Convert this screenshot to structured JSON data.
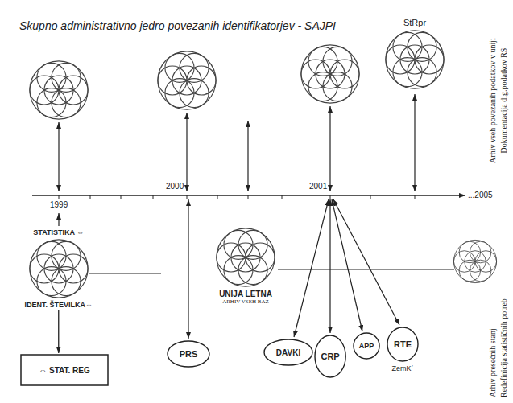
{
  "diagram": {
    "title": "Skupno administrativno jedro povezanih identifikatorjev - SAJPI",
    "nodes": [
      {
        "text": [
          "StRpr"
        ]
      },
      {
        "text": [
          "STATISTIKA ⇔",
          "IDENT. ŠTEVILKA⇔"
        ]
      },
      {
        "text": [
          "⇔ STAT. REG"
        ]
      },
      {
        "text": [
          "UNIJA LETNA",
          "ARHIV VSEH BAZ"
        ]
      },
      {
        "text": [
          "PRS"
        ]
      },
      {
        "text": [
          "DAVKI"
        ]
      },
      {
        "text": [
          "CRP"
        ]
      },
      {
        "text": [
          "APP"
        ]
      },
      {
        "text": [
          "RTE",
          "ZemK´"
        ]
      }
    ],
    "edges": [
      {
        "from": 1,
        "to": 2,
        "arrow": "to"
      }
    ],
    "labels": [
      "1999",
      "2000",
      "2001",
      "...2005",
      "Arhiv vseh povezanih podatkov v uniji",
      "Dokumentacija dig.podatkov RS",
      "Arhiv presečnih stanj",
      "Redefinicija statističnih potreb"
    ]
  }
}
